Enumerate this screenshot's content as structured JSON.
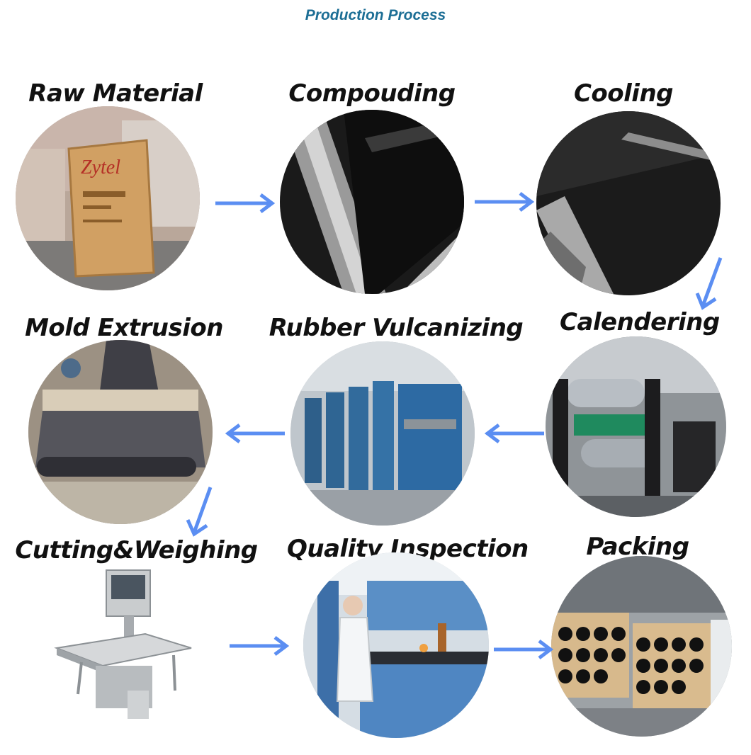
{
  "title": "Production Process",
  "arrow_color": "#5b8ef2",
  "steps": [
    {
      "label": "Raw Material",
      "icon": "raw-material-bags-photo"
    },
    {
      "label": "Compouding",
      "icon": "rubber-sheet-roller-photo"
    },
    {
      "label": "Cooling",
      "icon": "cooling-sheet-photo"
    },
    {
      "label": "Calendering",
      "icon": "calender-machine-photo"
    },
    {
      "label": "Rubber Vulcanizing",
      "icon": "vulcanizing-press-photo"
    },
    {
      "label": "Mold Extrusion",
      "icon": "extrusion-conveyor-photo"
    },
    {
      "label": "Cutting&Weighing",
      "icon": "checkweigher-machine-photo"
    },
    {
      "label": "Quality Inspection",
      "icon": "laboratory-inspection-photo"
    },
    {
      "label": "Packing",
      "icon": "packed-rolls-photo"
    }
  ]
}
